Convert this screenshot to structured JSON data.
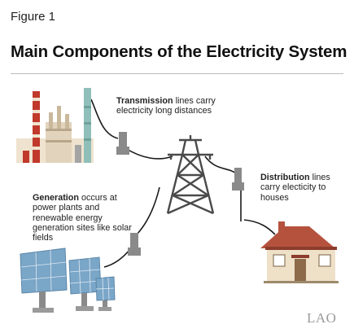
{
  "figure_label": "Figure 1",
  "title": "Main Components of the Electricity System",
  "captions": {
    "transmission": {
      "term": "Transmission",
      "rest": " lines carry electricity long distances"
    },
    "distribution": {
      "term": "Distribution",
      "rest": " lines carry electicity to houses"
    },
    "generation": {
      "term": "Generation",
      "rest": " occurs at power plants and renewable energy generation sites like solar fields"
    }
  },
  "logo_text": "LAO",
  "colors": {
    "chimney_red": "#c0392b",
    "chimney_teal": "#8fbfb8",
    "plant_beige": "#efe3cf",
    "insulator_gray": "#8a8a8a",
    "tower_dark": "#4a4a4a",
    "house_brick": "#b5523d",
    "house_wall": "#efe0c8",
    "panel_blue": "#7aa6c8"
  },
  "icons": [
    "power-plant-icon",
    "transmission-tower-icon",
    "insulator-icon",
    "house-icon",
    "solar-panel-icon"
  ]
}
